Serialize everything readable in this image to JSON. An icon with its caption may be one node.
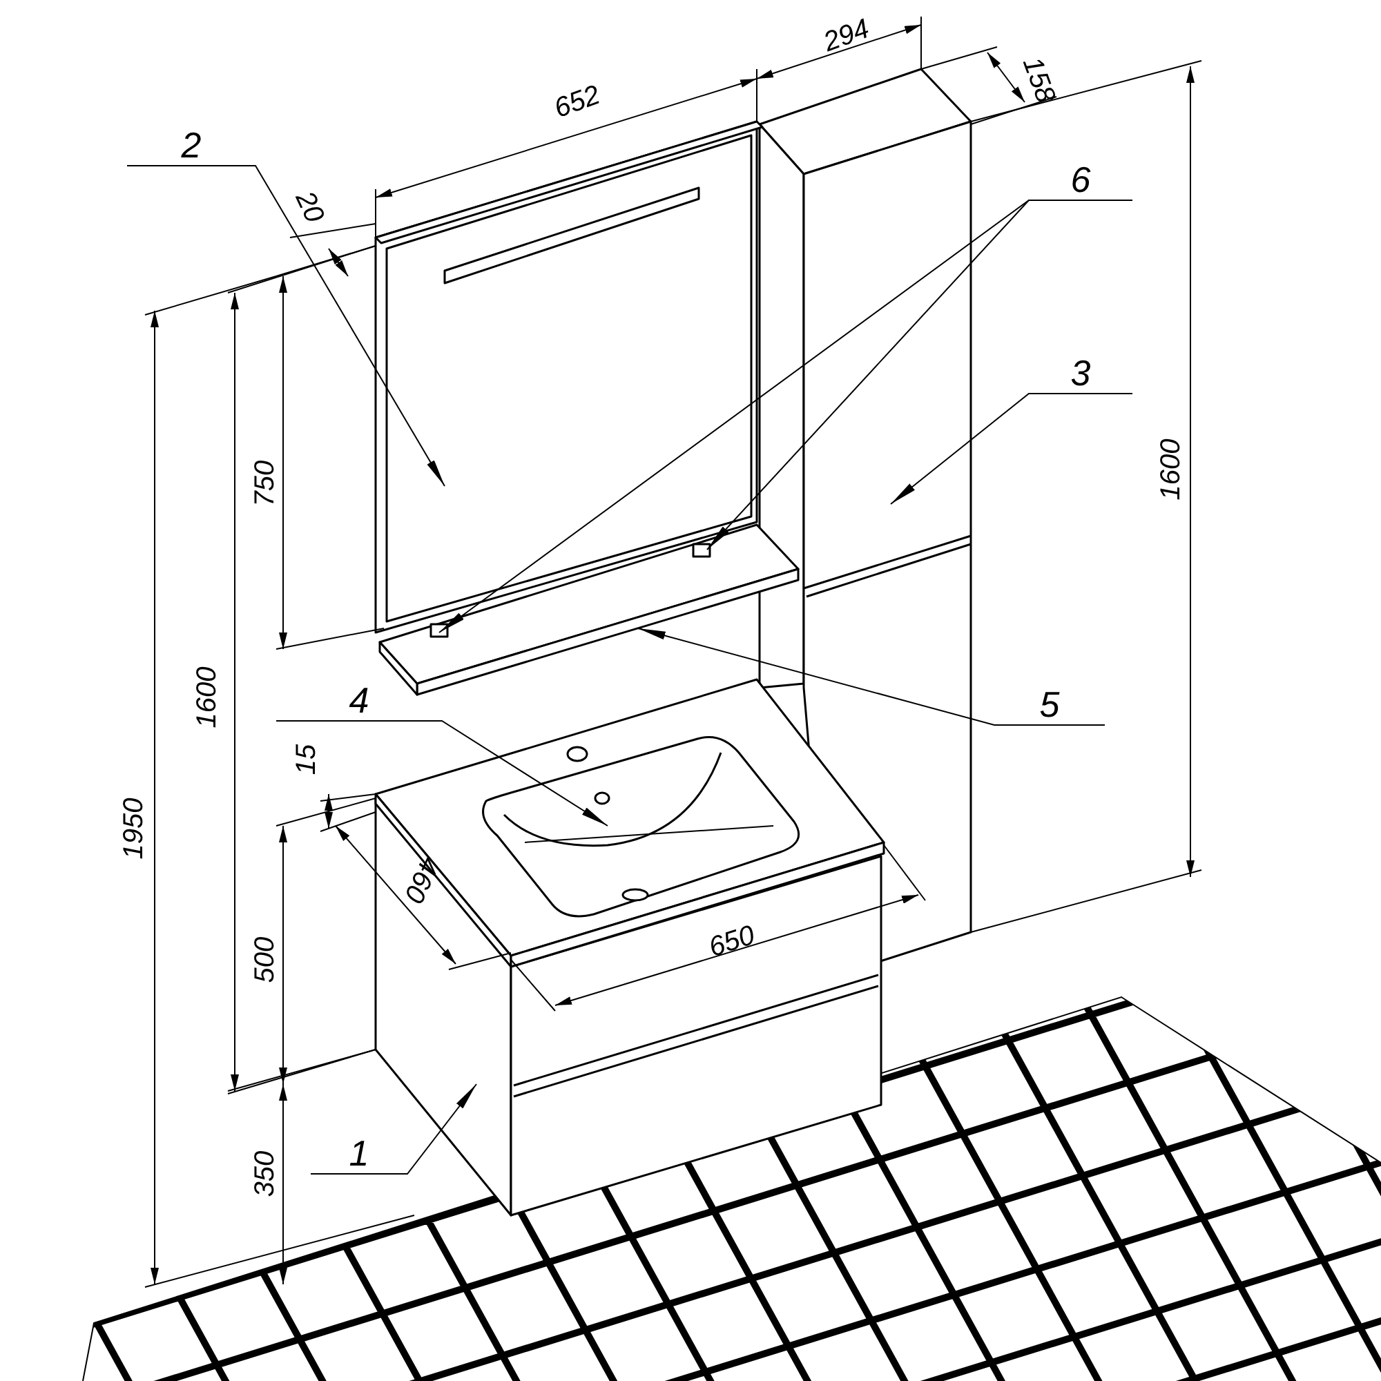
{
  "diagram": {
    "nodes": [
      {
        "text": [
          "2"
        ]
      },
      {
        "text": [
          "6"
        ]
      },
      {
        "text": [
          "3"
        ]
      },
      {
        "text": [
          "4"
        ]
      },
      {
        "text": [
          "5"
        ]
      },
      {
        "text": [
          "1"
        ]
      }
    ],
    "edges": [
      {
        "from": 0,
        "to": null,
        "arrow": "to"
      },
      {
        "from": 1,
        "to": null,
        "arrow": "to"
      },
      {
        "from": 1,
        "to": null,
        "arrow": "to"
      },
      {
        "from": 2,
        "to": null,
        "arrow": "to"
      },
      {
        "from": 3,
        "to": null,
        "arrow": "to"
      },
      {
        "from": 4,
        "to": null,
        "arrow": "to"
      },
      {
        "from": 5,
        "to": null,
        "arrow": "to"
      }
    ],
    "labels": [
      "294",
      "652",
      "158",
      "20",
      "750",
      "1600",
      "1600",
      "1950",
      "15",
      "460",
      "650",
      "500",
      "350"
    ]
  }
}
